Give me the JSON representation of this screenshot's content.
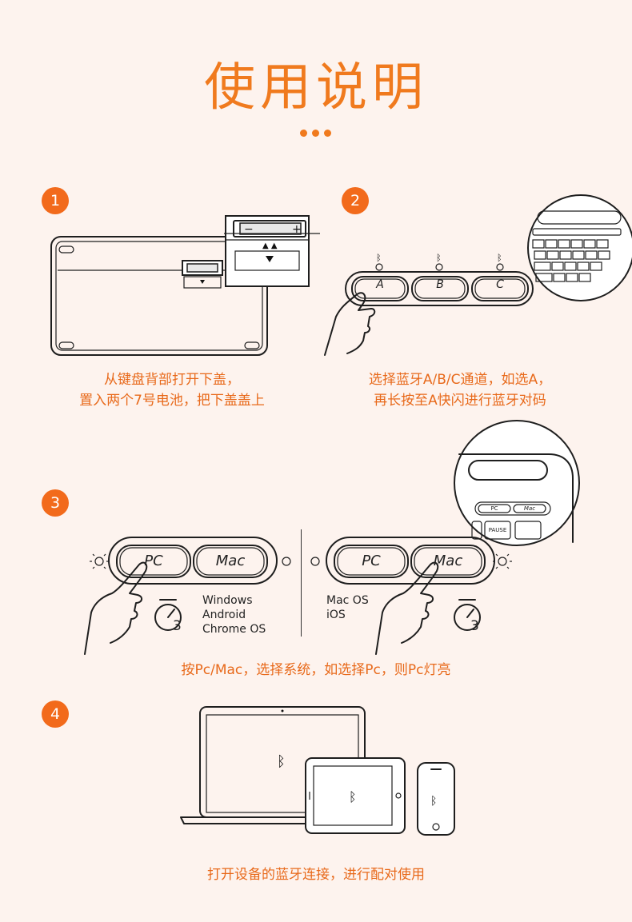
{
  "title": "使用说明",
  "accent_color": "#f07a1e",
  "steps": [
    {
      "number": "1",
      "caption_line1": "从键盘背部打开下盖，",
      "caption_line2": "置入两个7号电池，把下盖盖上"
    },
    {
      "number": "2",
      "caption_line1": "选择蓝牙A/B/C通道，如选A，",
      "caption_line2": "再长按至A快闪进行蓝牙对码",
      "keys": [
        "A",
        "B",
        "C"
      ]
    },
    {
      "number": "3",
      "caption": "按Pc/Mac，选择系统，如选择Pc，则Pc灯亮",
      "left_keys": [
        "PC",
        "Mac"
      ],
      "right_keys": [
        "PC",
        "Mac"
      ],
      "left_os": [
        "Windows",
        "Android",
        "Chrome OS"
      ],
      "right_os": [
        "Mac OS",
        "iOS"
      ],
      "timer_seconds": "3",
      "zoom_keys": [
        "PC",
        "Mac",
        "PAUSE"
      ]
    },
    {
      "number": "4",
      "caption": "打开设备的蓝牙连接，进行配对使用"
    }
  ],
  "icons": [
    "bluetooth-icon",
    "light-icon",
    "timer-icon",
    "hand-icon",
    "battery-icon"
  ]
}
